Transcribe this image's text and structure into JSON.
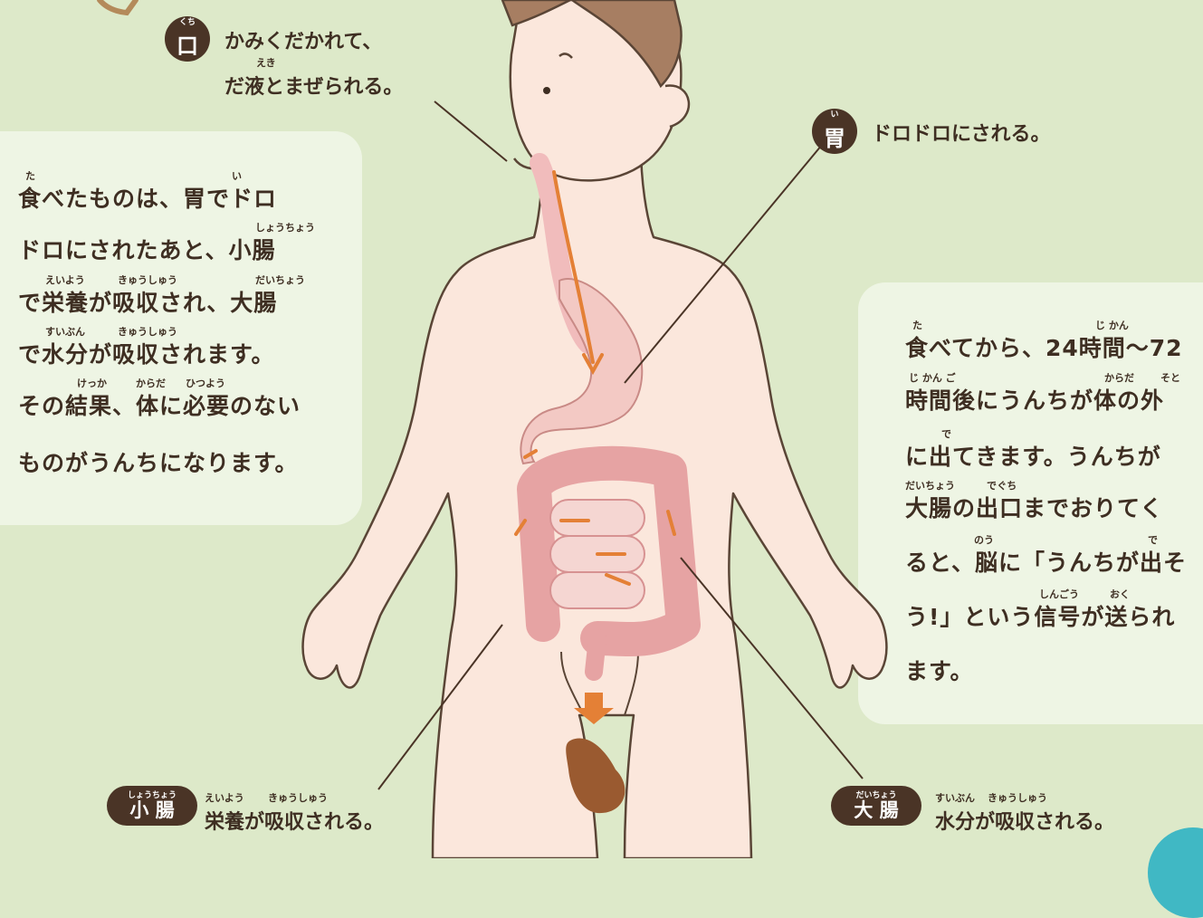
{
  "mouth": {
    "badge": "口",
    "badge_furigana": "くち",
    "line1": "かみくだかれて、",
    "line2": "だ液とまぜられる。",
    "furigana_eki": "えき"
  },
  "stomach": {
    "badge": "胃",
    "badge_furigana": "い",
    "caption": "ドロドロにされる。"
  },
  "small_intestine": {
    "badge": "小 腸",
    "badge_furigana": "しょうちょう",
    "caption": "栄養が吸収される。",
    "furigana_eiyou": "えいよう",
    "furigana_kyuushuu": "きゅうしゅう"
  },
  "large_intestine": {
    "badge": "大 腸",
    "badge_furigana": "だいちょう",
    "caption": "水分が吸収される。",
    "furigana_suibun": "すいぶん",
    "furigana_kyuushuu": "きゅうしゅう"
  },
  "left_panel": {
    "lines": [
      "食べたものは、胃でドロ",
      "ドロにされたあと、小腸",
      "で栄養が吸収され、大腸",
      "で水分が吸収されます。",
      "その結果、体に必要のない",
      "ものがうんちになります。"
    ],
    "furigana": {
      "ta": "た",
      "i": "い",
      "shouchou": "しょうちょう",
      "eiyou": "えいよう",
      "kyuushuu1": "きゅうしゅう",
      "daichou": "だいちょう",
      "suibun": "すいぶん",
      "kyuushuu2": "きゅうしゅう",
      "kekka": "けっか",
      "karada": "からだ",
      "hitsuyou": "ひつよう"
    }
  },
  "right_panel": {
    "lines": [
      "食べてから、24時間〜72",
      "時間後にうんちが体の外",
      "に出てきます。うんちが",
      "大腸の出口までおりてく",
      "ると、脳に「うんちが出そ",
      "う!」という信号が送られ",
      "ます。"
    ],
    "furigana": {
      "ta": "た",
      "jikan1": "じ かん",
      "jikango": "じ かん ご",
      "karada": "からだ",
      "soto": "そと",
      "de1": "で",
      "daichou": "だいちょう",
      "deguchi": "でぐち",
      "nou": "のう",
      "de2": "で",
      "shingou": "しんごう",
      "oku": "おく"
    }
  },
  "colors": {
    "background": "#dde9c9",
    "panel": "#eef5e4",
    "text": "#3e2e22",
    "badge": "#4a3426",
    "skin": "#fbe7dc",
    "hair": "#a77e62",
    "intestine": "#e6a3a3",
    "arrow": "#e48036",
    "poop": "#9a5a30",
    "accent_corner": "#40b8c4"
  }
}
